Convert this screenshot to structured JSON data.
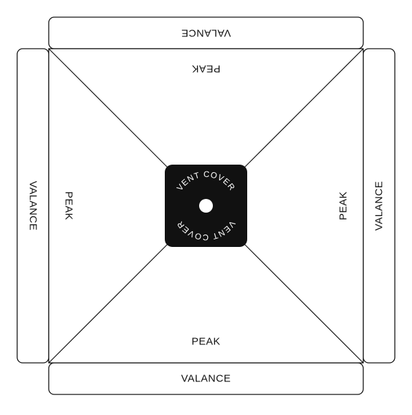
{
  "diagram": {
    "valance_top": "VALANCE",
    "valance_bottom": "VALANCE",
    "valance_left": "VALANCE",
    "valance_right": "VALANCE",
    "peak_top": "PEAK",
    "peak_bottom": "PEAK",
    "peak_left": "PEAK",
    "peak_right": "PEAK",
    "vent_top": "VENT COVER",
    "vent_bottom": "VENT COVER"
  },
  "colors": {
    "line": "#111111",
    "vent_fill": "#111111",
    "vent_text": "#ffffff",
    "background": "#ffffff"
  }
}
